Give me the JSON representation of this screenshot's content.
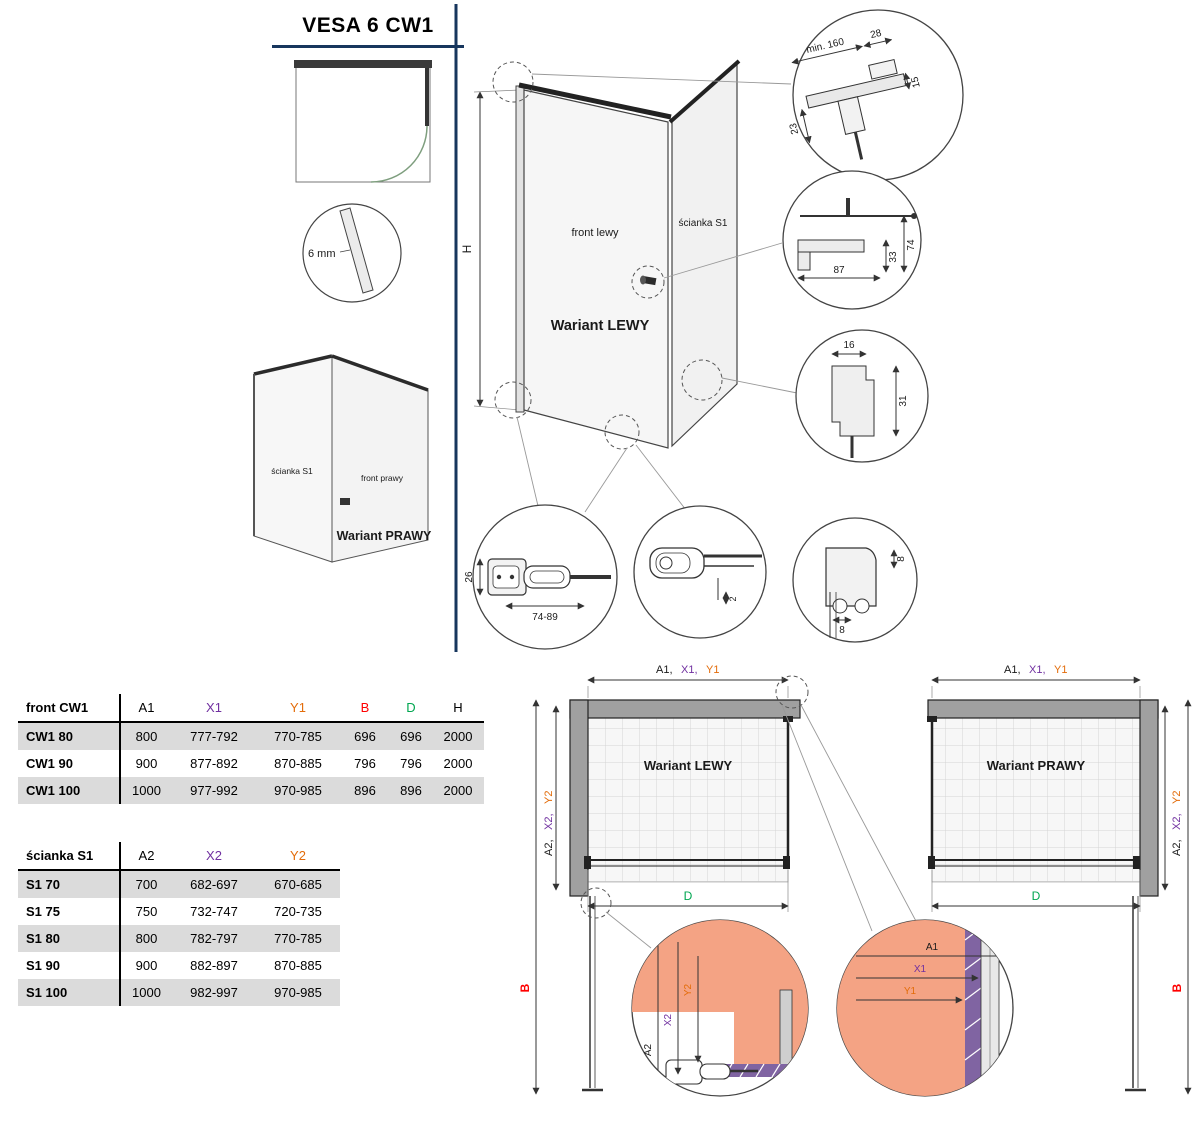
{
  "title": "VESA 6 CW1",
  "colors": {
    "x": "#7030A0",
    "y": "#E36C0A",
    "b": "#FF0000",
    "d": "#00A650",
    "navy": "#17365D",
    "salmon": "#F4A384",
    "violet": "#8064A2"
  },
  "drawing_labels": {
    "glass_thickness": "6 mm",
    "h": "H",
    "front_lewy": "front lewy",
    "scianka_s1": "ścianka S1",
    "wariant_lewy": "Wariant LEWY",
    "front_prawy": "front prawy",
    "wariant_prawy": "Wariant PRAWY"
  },
  "details": {
    "wall_profile": {
      "min160": "min. 160",
      "d28": "28",
      "d15": "15",
      "d23": "23"
    },
    "hinge_top": {
      "d87": "87",
      "d33": "33",
      "d74": "74"
    },
    "bracket": {
      "d16": "16",
      "d31": "31"
    },
    "wall_bracket": {
      "d26": "26",
      "d74_89": "74-89"
    },
    "clamp": {
      "d2": "2"
    },
    "bottom_profile": {
      "d8_side": "8",
      "d8_bottom": "8"
    }
  },
  "table_front": {
    "title": "front CW1",
    "columns": [
      "A1",
      "X1",
      "Y1",
      "B",
      "D",
      "H"
    ],
    "rows": [
      {
        "name": "CW1 80",
        "values": [
          "800",
          "777-792",
          "770-785",
          "696",
          "696",
          "2000"
        ]
      },
      {
        "name": "CW1 90",
        "values": [
          "900",
          "877-892",
          "870-885",
          "796",
          "796",
          "2000"
        ]
      },
      {
        "name": "CW1 100",
        "values": [
          "1000",
          "977-992",
          "970-985",
          "896",
          "896",
          "2000"
        ]
      }
    ]
  },
  "table_wall": {
    "title": "ścianka S1",
    "columns": [
      "A2",
      "X2",
      "Y2"
    ],
    "rows": [
      {
        "name": "S1 70",
        "values": [
          "700",
          "682-697",
          "670-685"
        ]
      },
      {
        "name": "S1 75",
        "values": [
          "750",
          "732-747",
          "720-735"
        ]
      },
      {
        "name": "S1 80",
        "values": [
          "800",
          "782-797",
          "770-785"
        ]
      },
      {
        "name": "S1 90",
        "values": [
          "900",
          "882-897",
          "870-885"
        ]
      },
      {
        "name": "S1 100",
        "values": [
          "1000",
          "982-997",
          "970-985"
        ]
      }
    ]
  },
  "plans": {
    "top_dim": {
      "p1": "A1,",
      "p2": "X1,",
      "p3": "Y1"
    },
    "side_dim": {
      "p1": "A2,",
      "p2": "X2,",
      "p3": "Y2"
    },
    "b": "B",
    "d": "D",
    "left_title": "Wariant LEWY",
    "right_title": "Wariant PRAWY"
  },
  "detail_a": {
    "a2": "A2",
    "x2": "X2",
    "y2": "Y2"
  },
  "detail_b": {
    "a1": "A1",
    "x1": "X1",
    "y1": "Y1"
  }
}
